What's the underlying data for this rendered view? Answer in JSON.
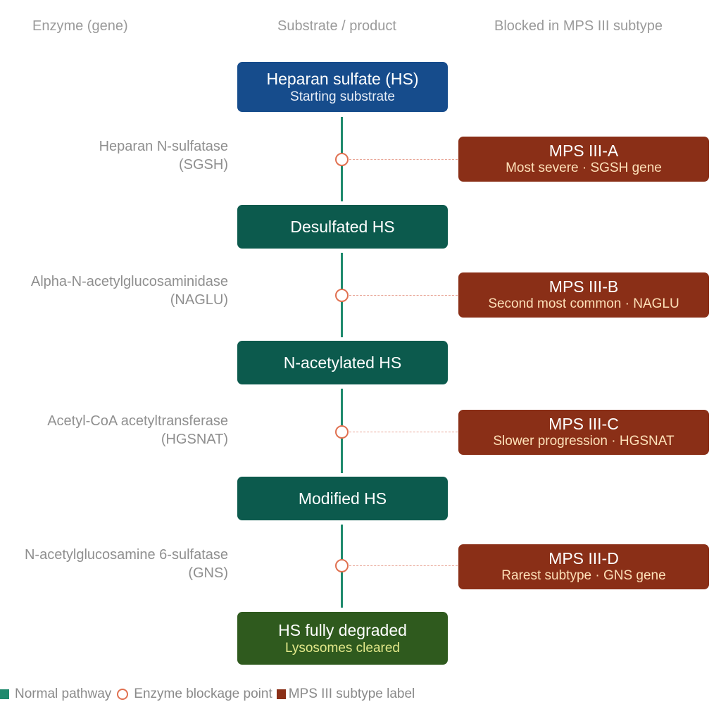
{
  "headers": {
    "enzyme": "Enzyme (gene)",
    "substrate": "Substrate / product",
    "blocked": "Blocked in MPS III subtype"
  },
  "nodes": [
    {
      "title": "Heparan sulfate (HS)",
      "sub": "Starting substrate"
    },
    {
      "title": "Desulfated HS",
      "sub": ""
    },
    {
      "title": "N-acetylated HS",
      "sub": ""
    },
    {
      "title": "Modified HS",
      "sub": ""
    },
    {
      "title": "HS fully degraded",
      "sub": "Lysosomes cleared"
    }
  ],
  "steps": [
    {
      "enzyme": "Heparan N-sulfatase",
      "gene": "(SGSH)",
      "subtype": "MPS III-A",
      "note": "Most severe · SGSH gene"
    },
    {
      "enzyme": "Alpha-N-acetylglucosaminidase",
      "gene": "(NAGLU)",
      "subtype": "MPS III-B",
      "note": "Second most common · NAGLU"
    },
    {
      "enzyme": "Acetyl-CoA acetyltransferase",
      "gene": "(HGSNAT)",
      "subtype": "MPS III-C",
      "note": "Slower progression · HGSNAT"
    },
    {
      "enzyme": "N-acetylglucosamine 6-sulfatase",
      "gene": "(GNS)",
      "subtype": "MPS III-D",
      "note": "Rarest subtype · GNS gene"
    }
  ],
  "legend": {
    "normal": "Normal pathway",
    "blockage": "Enzyme blockage point",
    "subtype": "MPS III subtype label"
  },
  "colors": {
    "start_node": "#164c8c",
    "intermediate_node": "#0c5a4d",
    "end_node": "#2f5a1e",
    "pathway_line": "#1f8a6d",
    "blockage_ring": "#e07050",
    "subtype_label": "#8a2f17"
  }
}
